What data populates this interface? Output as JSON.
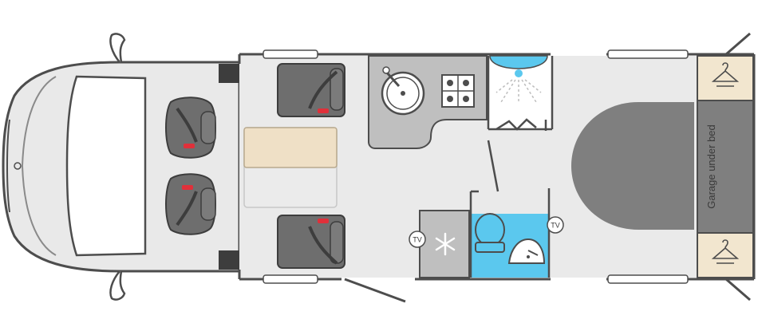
{
  "floorplan": {
    "labels": {
      "tv_left": "TV",
      "tv_right": "TV",
      "garage": "Garage under bed"
    },
    "icons": {
      "fridge": "snowflake-icon",
      "wardrobe_top": "clothes-hanger-icon",
      "wardrobe_bottom": "clothes-hanger-icon",
      "hob": "four-burner-hob-icon",
      "sink": "round-sink-icon",
      "shower": "shower-head-icon",
      "toilet": "toilet-icon",
      "washbasin": "washbasin-icon",
      "seatbelt": "seatbelt-icon"
    },
    "colors": {
      "floor": "#eaeaea",
      "outline": "#4d4d4d",
      "counter": "#bfbfbf",
      "bed": "#7f7f7f",
      "seat": "#6e6e6e",
      "bathroom_blue": "#5bc8ee",
      "wardrobe": "#f2e6cf",
      "table": "#efe0c6",
      "seatbelt_accent": "#e0303a"
    }
  }
}
